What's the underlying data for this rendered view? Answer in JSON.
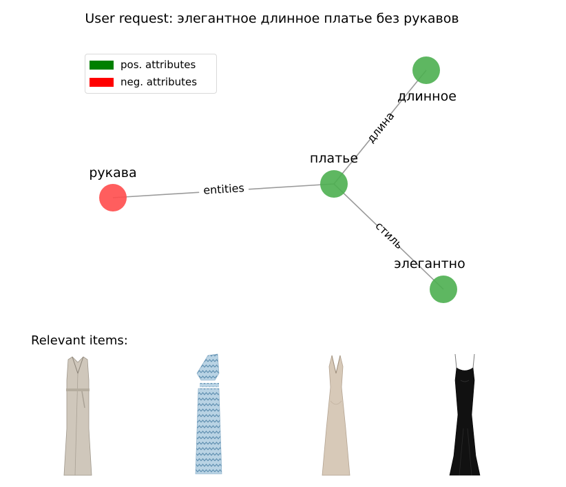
{
  "title": "User request: элегантное длинное платье без рукавов",
  "legend": [
    {
      "label": "pos. attributes",
      "color": "#008000"
    },
    {
      "label": "neg. attributes",
      "color": "#ff0000"
    }
  ],
  "colors": {
    "positive_node": "#4caf50",
    "negative_node": "#ff4d4d",
    "edge": "#9a9a9a"
  },
  "graph": {
    "nodes": [
      {
        "id": "platye",
        "label": "платье",
        "polarity": "positive"
      },
      {
        "id": "dlinnoe",
        "label": "длинное",
        "polarity": "positive"
      },
      {
        "id": "elegantno",
        "label": "элегантно",
        "polarity": "positive"
      },
      {
        "id": "rukava",
        "label": "рукава",
        "polarity": "negative"
      }
    ],
    "edges": [
      {
        "from": "platye",
        "to": "dlinnoe",
        "label": "длина"
      },
      {
        "from": "platye",
        "to": "elegantno",
        "label": "стиль"
      },
      {
        "from": "platye",
        "to": "rukava",
        "label": "entities"
      }
    ]
  },
  "relevant_items": {
    "title": "Relevant items:",
    "items": [
      {
        "name": "beige-sleeveless-wrap-dress",
        "color": "#cfc7bb"
      },
      {
        "name": "blue-zigzag-one-shoulder-dress",
        "color": "#9fc0d6"
      },
      {
        "name": "champagne-halter-dress",
        "color": "#d7c9b8"
      },
      {
        "name": "black-slip-dress",
        "color": "#111111"
      }
    ]
  }
}
